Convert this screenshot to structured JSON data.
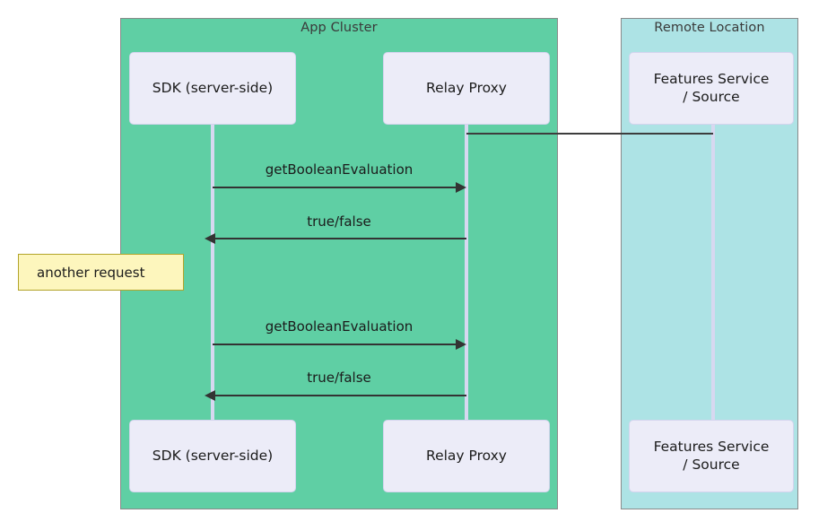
{
  "diagram": {
    "type": "sequence-diagram",
    "background": "#ffffff"
  },
  "groups": [
    {
      "id": "app-cluster",
      "label": "App Cluster",
      "color": "#5fcfa4",
      "border": "#8a8a8a"
    },
    {
      "id": "remote-location",
      "label": "Remote Location",
      "color": "#ade3e5",
      "border": "#8a8a8a"
    }
  ],
  "participants": [
    {
      "id": "sdk",
      "label": "SDK (server-side)",
      "group": "app-cluster",
      "fill": "#ececf8"
    },
    {
      "id": "relay-proxy",
      "label": "Relay Proxy",
      "group": "app-cluster",
      "fill": "#ececf8"
    },
    {
      "id": "features-service",
      "label": "Features Service\n/ Source",
      "label_line1": "Features Service",
      "label_line2": "/ Source",
      "group": "remote-location",
      "fill": "#ececf8"
    }
  ],
  "messages": [
    {
      "id": "msg-1",
      "label": "getBooleanEvaluation",
      "from": "sdk",
      "to": "relay-proxy",
      "direction": "right"
    },
    {
      "id": "msg-2",
      "label": "true/false",
      "from": "relay-proxy",
      "to": "sdk",
      "direction": "left"
    },
    {
      "id": "msg-3",
      "label": "getBooleanEvaluation",
      "from": "sdk",
      "to": "relay-proxy",
      "direction": "right"
    },
    {
      "id": "msg-4",
      "label": "true/false",
      "from": "relay-proxy",
      "to": "sdk",
      "direction": "left"
    }
  ],
  "connectors": [
    {
      "id": "relay-to-features",
      "from": "relay-proxy",
      "to": "features-service",
      "style": "plain-line",
      "color": "#3d3d3d"
    }
  ],
  "notes": [
    {
      "id": "note-another-request",
      "text": "another request",
      "fill": "#fdf6bd",
      "border": "#b3a42a"
    }
  ],
  "colors": {
    "app_cluster": "#5fcfa4",
    "remote_location": "#ade3e5",
    "participant_fill": "#ececf8",
    "lifeline": "#d7d8f0",
    "arrow": "#333333",
    "note_fill": "#fdf6bd",
    "note_border": "#b3a42a"
  }
}
